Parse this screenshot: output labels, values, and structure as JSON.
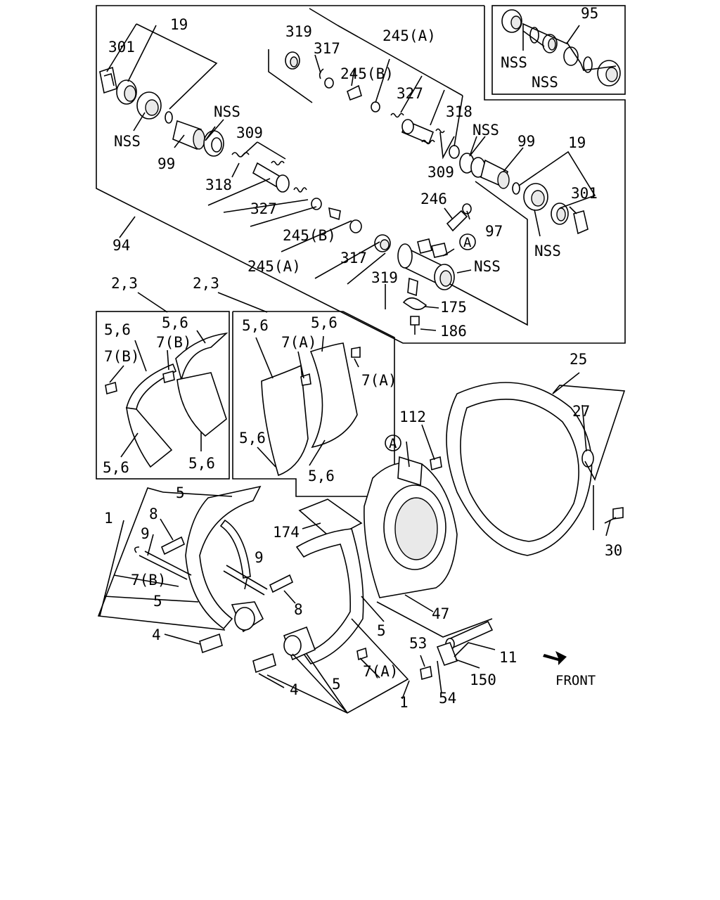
{
  "callouts": [
    {
      "id": "c19a",
      "text": "19"
    },
    {
      "id": "c301a",
      "text": "301"
    },
    {
      "id": "cnss1",
      "text": "NSS"
    },
    {
      "id": "c99a",
      "text": "99"
    },
    {
      "id": "cnss2",
      "text": "NSS"
    },
    {
      "id": "c309a",
      "text": "309"
    },
    {
      "id": "c318a",
      "text": "318"
    },
    {
      "id": "c327a",
      "text": "327"
    },
    {
      "id": "c245ba",
      "text": "245(B)"
    },
    {
      "id": "c245aa",
      "text": "245(A)"
    },
    {
      "id": "c317a",
      "text": "317"
    },
    {
      "id": "c319a",
      "text": "319"
    },
    {
      "id": "c94",
      "text": "94"
    },
    {
      "id": "c319b",
      "text": "319"
    },
    {
      "id": "c317b",
      "text": "317"
    },
    {
      "id": "c245ab",
      "text": "245(A)"
    },
    {
      "id": "c245bb",
      "text": "245(B)"
    },
    {
      "id": "c327b",
      "text": "327"
    },
    {
      "id": "c318b",
      "text": "318"
    },
    {
      "id": "c309b",
      "text": "309"
    },
    {
      "id": "cnss3",
      "text": "NSS"
    },
    {
      "id": "c99b",
      "text": "99"
    },
    {
      "id": "c19b",
      "text": "19"
    },
    {
      "id": "c301b",
      "text": "301"
    },
    {
      "id": "cnss4",
      "text": "NSS"
    },
    {
      "id": "c246",
      "text": "246"
    },
    {
      "id": "c97",
      "text": "97"
    },
    {
      "id": "cA1",
      "text": "A"
    },
    {
      "id": "cnss5",
      "text": "NSS"
    },
    {
      "id": "c175",
      "text": "175"
    },
    {
      "id": "c186",
      "text": "186"
    },
    {
      "id": "c95",
      "text": "95"
    },
    {
      "id": "cnss6",
      "text": "NSS"
    },
    {
      "id": "cnss7",
      "text": "NSS"
    },
    {
      "id": "c23a",
      "text": "2,3"
    },
    {
      "id": "c23b",
      "text": "2,3"
    },
    {
      "id": "c56a",
      "text": "5,6"
    },
    {
      "id": "c56b",
      "text": "5,6"
    },
    {
      "id": "c7ba",
      "text": "7(B)"
    },
    {
      "id": "c7bb",
      "text": "7(B)"
    },
    {
      "id": "c56c",
      "text": "5,6"
    },
    {
      "id": "c56d",
      "text": "5,6"
    },
    {
      "id": "c56e",
      "text": "5,6"
    },
    {
      "id": "c56f",
      "text": "5,6"
    },
    {
      "id": "c7aa",
      "text": "7(A)"
    },
    {
      "id": "c7ab",
      "text": "7(A)"
    },
    {
      "id": "c56g",
      "text": "5,6"
    },
    {
      "id": "c56h",
      "text": "5,6"
    },
    {
      "id": "c25",
      "text": "25"
    },
    {
      "id": "c27",
      "text": "27"
    },
    {
      "id": "c112",
      "text": "112"
    },
    {
      "id": "cA2",
      "text": "A"
    },
    {
      "id": "c30",
      "text": "30"
    },
    {
      "id": "c5a",
      "text": "5"
    },
    {
      "id": "c1a",
      "text": "1"
    },
    {
      "id": "c8a",
      "text": "8"
    },
    {
      "id": "c9a",
      "text": "9"
    },
    {
      "id": "c7bc",
      "text": "7(B)"
    },
    {
      "id": "c5b",
      "text": "5"
    },
    {
      "id": "c4a",
      "text": "4"
    },
    {
      "id": "c9b",
      "text": "9"
    },
    {
      "id": "c174",
      "text": "174"
    },
    {
      "id": "c8b",
      "text": "8"
    },
    {
      "id": "c47",
      "text": "47"
    },
    {
      "id": "c5c",
      "text": "5"
    },
    {
      "id": "c11",
      "text": "11"
    },
    {
      "id": "c53",
      "text": "53"
    },
    {
      "id": "c150",
      "text": "150"
    },
    {
      "id": "c7ac",
      "text": "7(A)"
    },
    {
      "id": "c4b",
      "text": "4"
    },
    {
      "id": "c5d",
      "text": "5"
    },
    {
      "id": "c54",
      "text": "54"
    },
    {
      "id": "c1b",
      "text": "1"
    },
    {
      "id": "cfront",
      "text": "FRONT"
    }
  ]
}
